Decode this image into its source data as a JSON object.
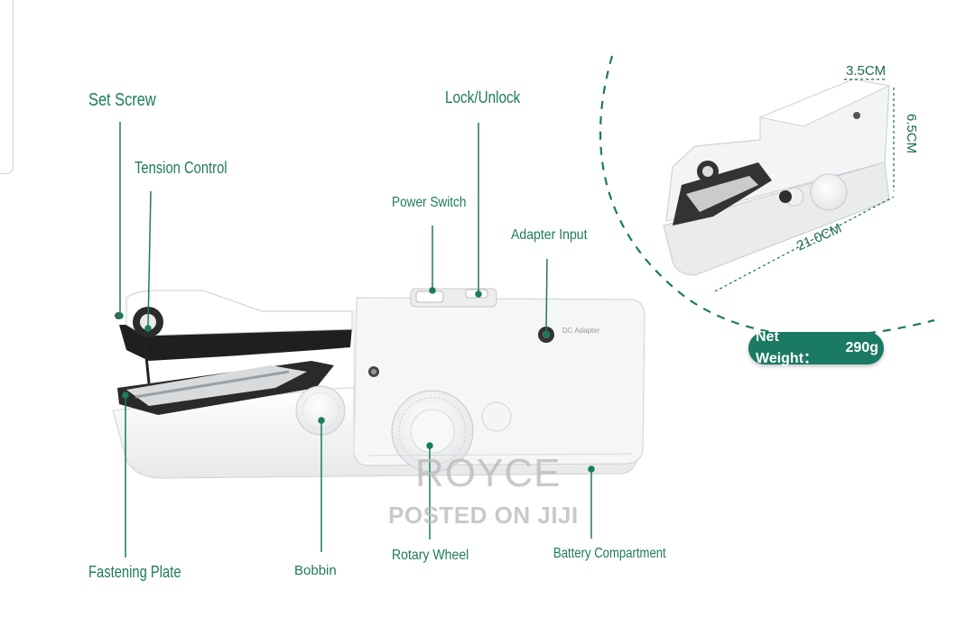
{
  "labels": {
    "set_screw": "Set Screw",
    "tension_control": "Tension Control",
    "lock_unlock": "Lock/Unlock",
    "power_switch": "Power Switch",
    "adapter_input": "Adapter Input",
    "fastening_plate": "Fastening Plate",
    "bobbin": "Bobbin",
    "rotary_wheel": "Rotary Wheel",
    "battery_compartment": "Battery Compartment"
  },
  "dimensions": {
    "width": "3.5CM",
    "height": "6.5CM",
    "length": "21.0CM"
  },
  "net_weight": {
    "label": "Net Weight：",
    "value": "290g"
  },
  "device_text": "DC Adapter",
  "watermark": {
    "line1": "ROYCE",
    "line2": "POSTED ON JIJI"
  },
  "colors": {
    "accent": "#1d7b5a",
    "pill": "#1b7a63",
    "device": "#f4f5f6"
  }
}
